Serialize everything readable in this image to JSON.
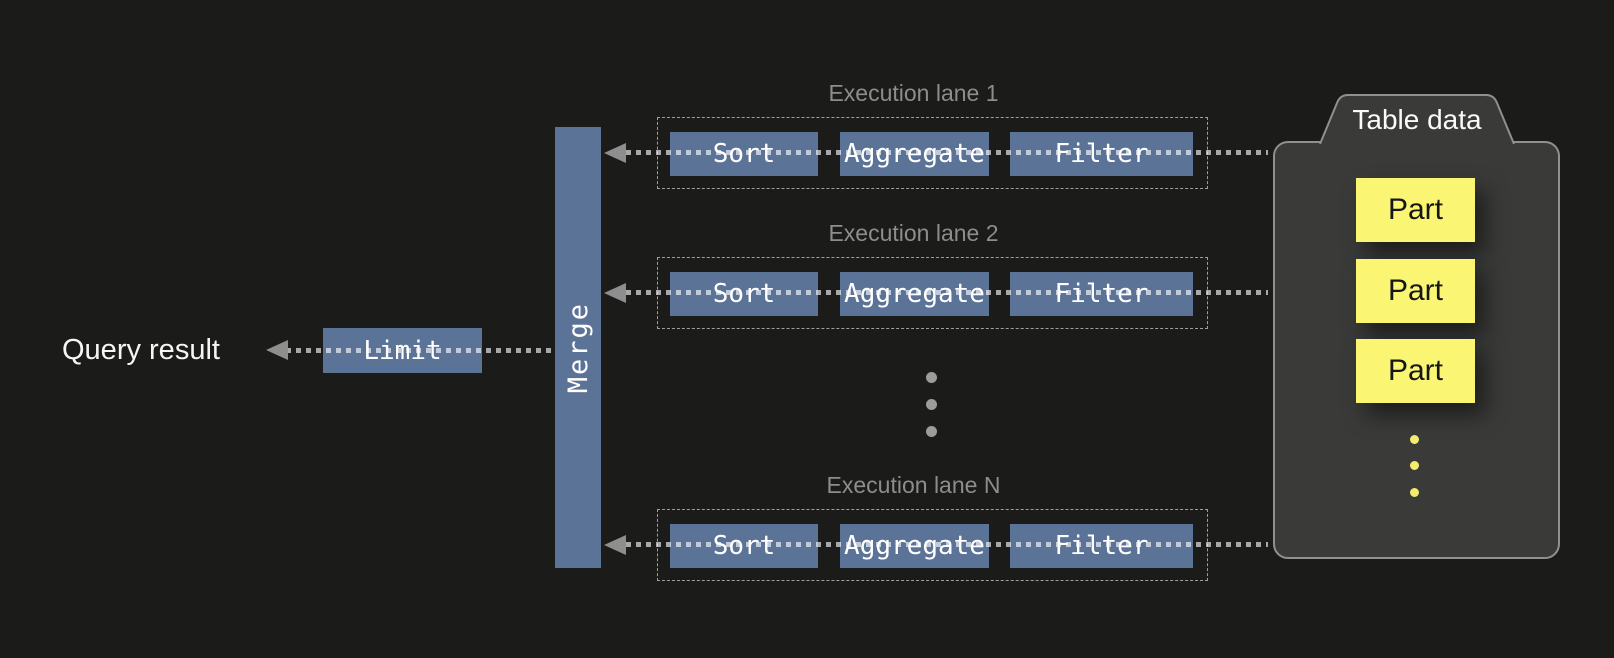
{
  "query_result": {
    "label": "Query result"
  },
  "pipeline": {
    "limit_label": "Limit",
    "merge_label": "Merge"
  },
  "lanes": [
    {
      "title": "Execution lane 1",
      "operators": [
        "Sort",
        "Aggregate",
        "Filter"
      ]
    },
    {
      "title": "Execution lane 2",
      "operators": [
        "Sort",
        "Aggregate",
        "Filter"
      ]
    },
    {
      "title": "Execution lane N",
      "operators": [
        "Sort",
        "Aggregate",
        "Filter"
      ]
    }
  ],
  "table_data": {
    "title": "Table data",
    "parts": [
      "Part",
      "Part",
      "Part"
    ]
  },
  "colors": {
    "background": "#1b1b19",
    "operator_box_blue": "#5c7398",
    "part_yellow": "#faf573",
    "container_bg": "#3a3a38",
    "container_border": "#90908e",
    "label_gray": "#8d8d8d",
    "arrow_gray": "#8e8e8e"
  }
}
